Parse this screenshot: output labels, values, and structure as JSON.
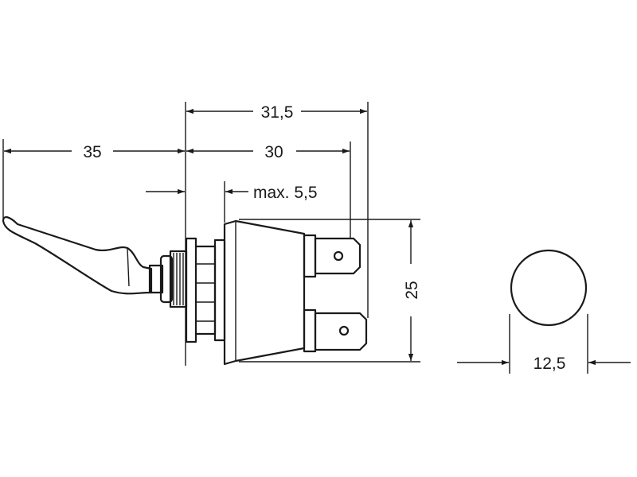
{
  "dimensions": {
    "overall_body": "31,5",
    "body": "30",
    "lever": "35",
    "panel_thickness": "max. 5,5",
    "height": "25",
    "diameter": "12,5"
  },
  "colors": {
    "ink": "#1a1a1a",
    "background": "#ffffff"
  }
}
